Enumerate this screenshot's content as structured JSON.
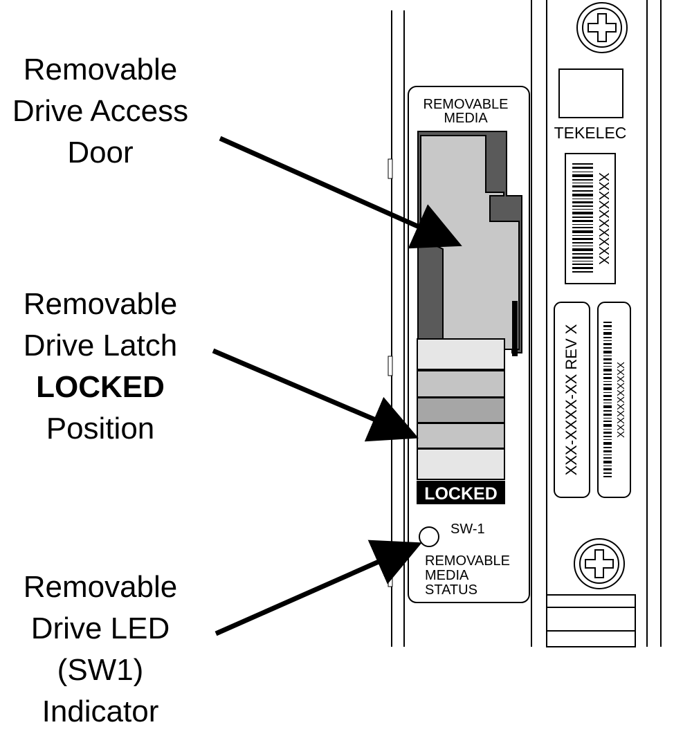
{
  "callouts": {
    "access_door": {
      "lines": [
        "Removable",
        "Drive Access",
        "Door"
      ]
    },
    "latch": {
      "lines": [
        "Removable",
        "Drive Latch",
        "LOCKED",
        "Position"
      ]
    },
    "led": {
      "lines": [
        "Removable",
        "Drive LED",
        "(SW1)",
        "Indicator"
      ]
    }
  },
  "panel": {
    "media_label_line1": "REMOVABLE",
    "media_label_line2": "MEDIA",
    "locked_label": "LOCKED",
    "switch_label": "SW-1",
    "status_line1": "REMOVABLE",
    "status_line2": "MEDIA",
    "status_line3": "STATUS",
    "brand": "TEKELEC",
    "serial": "XXXXXXXXXX",
    "part_rev": "XXX-XXXX-XX  REV  X",
    "barcode_text": "XXXXXXXXXXX"
  },
  "colors": {
    "door_dark": "#5a5a5a",
    "door_light": "#c8c8c8",
    "latch_light": "#e6e6e6",
    "latch_mid": "#c4c4c4",
    "latch_dark": "#a6a6a6",
    "locked_bg": "#000000"
  }
}
